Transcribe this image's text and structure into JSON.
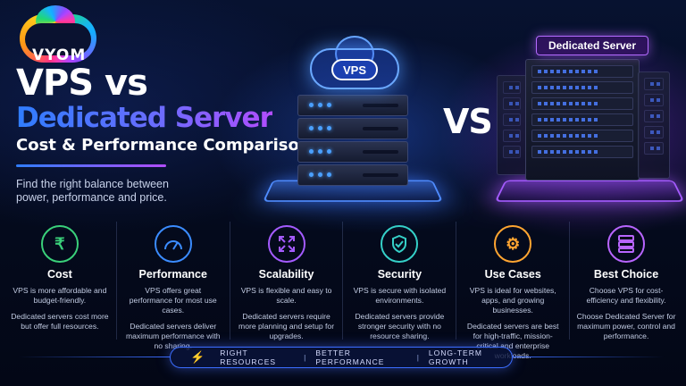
{
  "brand": {
    "logo_text": "VYOM"
  },
  "hero": {
    "title_line1": "VPS vs",
    "title_line2": "Dedicated Server",
    "subtitle": "Cost & Performance Comparison",
    "tagline": "Find the right balance between power, performance and price.",
    "vps_label": "VPS",
    "vs_text": "VS",
    "dedicated_label": "Dedicated Server"
  },
  "colors": {
    "accent_blue": "#2f7dff",
    "accent_purple": "#b24dff",
    "background": "#050b1f"
  },
  "features": [
    {
      "icon": "rupee-coin-icon",
      "color": "#3ad07a",
      "title": "Cost",
      "p1": "VPS is more affordable and budget-friendly.",
      "p2": "Dedicated servers cost more but offer full resources."
    },
    {
      "icon": "speedometer-icon",
      "color": "#3b8cff",
      "title": "Performance",
      "p1": "VPS offers great performance for most use cases.",
      "p2": "Dedicated servers deliver maximum performance with no sharing."
    },
    {
      "icon": "expand-arrows-icon",
      "color": "#a45bff",
      "title": "Scalability",
      "p1": "VPS is flexible and easy to scale.",
      "p2": "Dedicated servers require more planning and setup for upgrades."
    },
    {
      "icon": "shield-check-icon",
      "color": "#35d0c8",
      "title": "Security",
      "p1": "VPS is secure with isolated environments.",
      "p2": "Dedicated servers provide stronger security with no resource sharing."
    },
    {
      "icon": "gear-icon",
      "color": "#ffa531",
      "title": "Use Cases",
      "p1": "VPS is ideal for websites, apps, and growing businesses.",
      "p2": "Dedicated servers are best for high-traffic, mission-critical and enterprise workloads."
    },
    {
      "icon": "server-icon",
      "color": "#b865ff",
      "title": "Best Choice",
      "p1": "Choose VPS for cost-efficiency and flexibility.",
      "p2": "Choose Dedicated Server for maximum power, control and performance."
    }
  ],
  "footer": {
    "items": [
      "RIGHT RESOURCES",
      "BETTER PERFORMANCE",
      "LONG-TERM GROWTH"
    ],
    "separator": "|"
  }
}
